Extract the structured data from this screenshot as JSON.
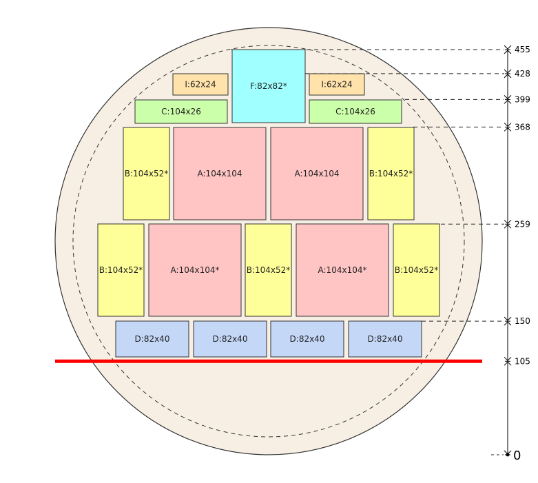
{
  "colors": {
    "wafer_fill": "#f7efe4",
    "wafer_stroke": "#333333",
    "A": "#ffc4c4",
    "B": "#ffff99",
    "C": "#ccffaa",
    "D": "#c4d7f7",
    "F": "#a0ffff",
    "I": "#ffe3ab",
    "cut_line": "#ff0000",
    "chip_stroke": "#333333"
  },
  "chips": [
    {
      "type": "F",
      "label": "F:82x82*"
    },
    {
      "type": "I",
      "label": "I:62x24"
    },
    {
      "type": "I",
      "label": "I:62x24"
    },
    {
      "type": "C",
      "label": "C:104x26"
    },
    {
      "type": "C",
      "label": "C:104x26"
    },
    {
      "type": "B",
      "label": "B:104x52*"
    },
    {
      "type": "A",
      "label": "A:104x104"
    },
    {
      "type": "A",
      "label": "A:104x104"
    },
    {
      "type": "B",
      "label": "B:104x52*"
    },
    {
      "type": "B",
      "label": "B:104x52*"
    },
    {
      "type": "A",
      "label": "A:104x104*"
    },
    {
      "type": "B",
      "label": "B:104x52*"
    },
    {
      "type": "A",
      "label": "A:104x104*"
    },
    {
      "type": "B",
      "label": "B:104x52*"
    },
    {
      "type": "D",
      "label": "D:82x40"
    },
    {
      "type": "D",
      "label": "D:82x40"
    },
    {
      "type": "D",
      "label": "D:82x40"
    },
    {
      "type": "D",
      "label": "D:82x40"
    }
  ],
  "scale": {
    "ticks": [
      {
        "value": 455,
        "label": "455"
      },
      {
        "value": 428,
        "label": "428"
      },
      {
        "value": 399,
        "label": "399"
      },
      {
        "value": 368,
        "label": "368"
      },
      {
        "value": 259,
        "label": "259"
      },
      {
        "value": 150,
        "label": "150"
      },
      {
        "value": 105,
        "label": "105"
      },
      {
        "value": 0,
        "label": "0"
      }
    ],
    "cut_value": 105
  }
}
